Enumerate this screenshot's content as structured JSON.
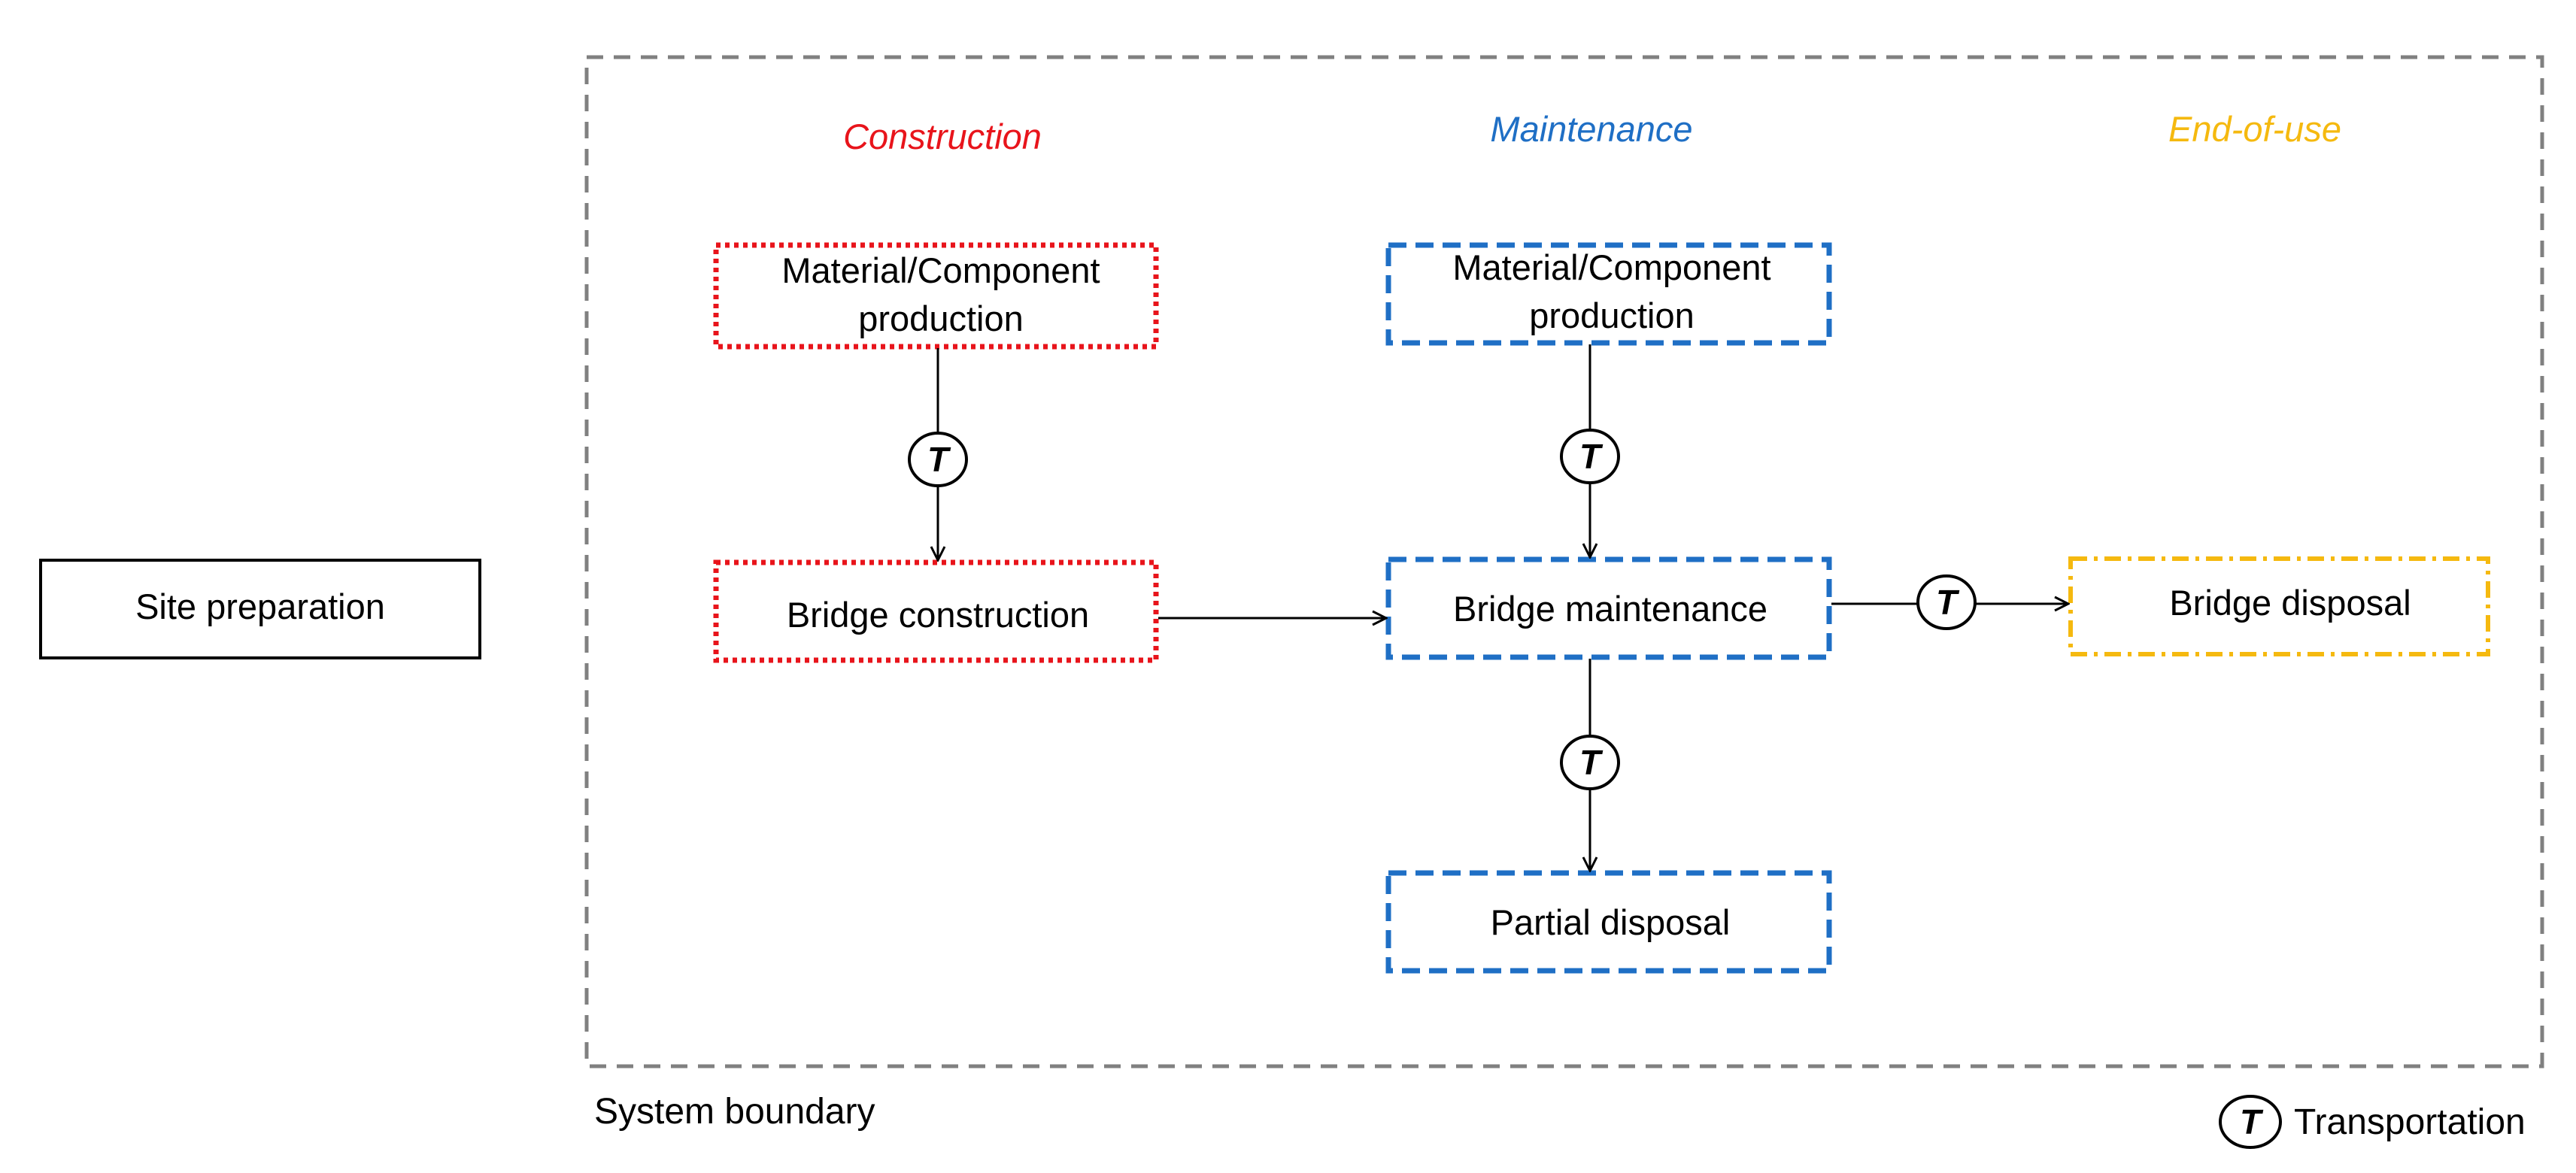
{
  "colors": {
    "construction": "#e8141b",
    "maintenance": "#1f6fc5",
    "end_of_use": "#f5b90f",
    "boundary": "#808080",
    "line": "#000000"
  },
  "phases": {
    "construction": "Construction",
    "maintenance": "Maintenance",
    "end_of_use": "End-of-use"
  },
  "nodes": {
    "site_preparation": "Site preparation",
    "construction_material_line1": "Material/Component",
    "construction_material_line2": "production",
    "bridge_construction": "Bridge construction",
    "maintenance_material_line1": "Material/Component",
    "maintenance_material_line2": "production",
    "bridge_maintenance": "Bridge maintenance",
    "partial_disposal": "Partial disposal",
    "bridge_disposal": "Bridge disposal"
  },
  "transport_symbol": "T",
  "system_boundary_label": "System boundary",
  "legend": {
    "symbol": "T",
    "label": "Transportation"
  },
  "line_styles": {
    "construction": "dotted",
    "maintenance": "dashed",
    "end_of_use": "dash-dot",
    "site_preparation": "solid",
    "system_boundary": "dashed"
  }
}
